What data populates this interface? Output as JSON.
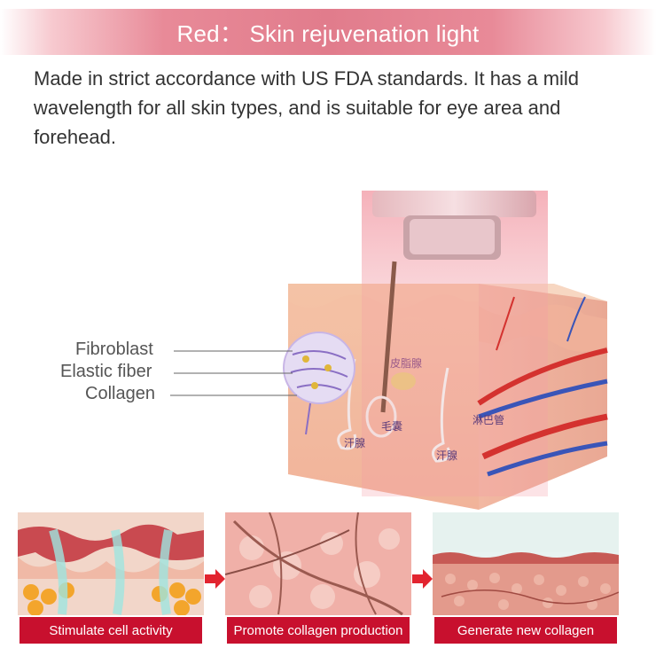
{
  "banner": {
    "title": "Red： Skin rejuvenation light"
  },
  "description": "Made in strict accordance with US FDA standards. It has a mild wavelength for all skin types, and is suitable for eye area and forehead.",
  "diagram": {
    "labels": {
      "fibroblast": "Fibroblast",
      "elastic_fiber": "Elastic fiber",
      "collagen": "Collagen"
    },
    "cn_labels": {
      "sebaceous_gland": "皮脂腺",
      "hair_follicle": "毛囊",
      "lymph": "淋巴管",
      "sweat_gland_1": "汗腺",
      "sweat_gland_2": "汗腺"
    }
  },
  "steps": [
    {
      "caption": "Stimulate cell activity"
    },
    {
      "caption": "Promote collagen production"
    },
    {
      "caption": "Generate new collagen"
    }
  ],
  "colors": {
    "accent": "#c8102e",
    "banner": "#e17c8c",
    "light": "#f3a3ad"
  }
}
